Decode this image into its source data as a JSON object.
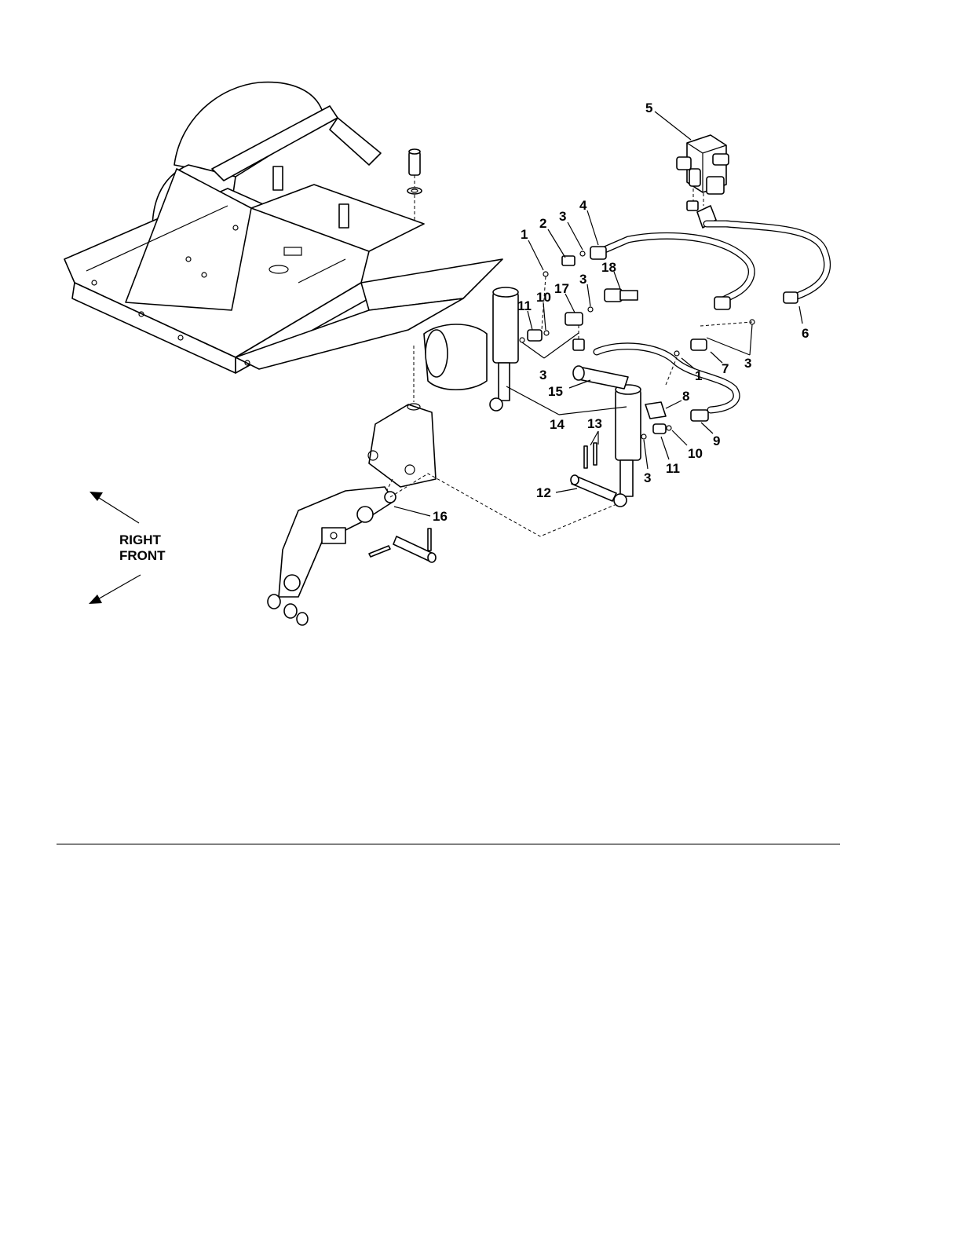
{
  "direction_labels": {
    "line1": "RIGHT",
    "line2": "FRONT"
  },
  "callouts": [
    {
      "id": "c1a",
      "text": "1"
    },
    {
      "id": "c2",
      "text": "2"
    },
    {
      "id": "c3a",
      "text": "3"
    },
    {
      "id": "c4",
      "text": "4"
    },
    {
      "id": "c5",
      "text": "5"
    },
    {
      "id": "c18",
      "text": "18"
    },
    {
      "id": "c17",
      "text": "17"
    },
    {
      "id": "c3b",
      "text": "3"
    },
    {
      "id": "c11a",
      "text": "11"
    },
    {
      "id": "c10a",
      "text": "10"
    },
    {
      "id": "c3c",
      "text": "3"
    },
    {
      "id": "c6",
      "text": "6"
    },
    {
      "id": "c7",
      "text": "7"
    },
    {
      "id": "c3d",
      "text": "3"
    },
    {
      "id": "c1b",
      "text": "1"
    },
    {
      "id": "c15",
      "text": "15"
    },
    {
      "id": "c8",
      "text": "8"
    },
    {
      "id": "c14",
      "text": "14"
    },
    {
      "id": "c13",
      "text": "13"
    },
    {
      "id": "c9",
      "text": "9"
    },
    {
      "id": "c10b",
      "text": "10"
    },
    {
      "id": "c11b",
      "text": "11"
    },
    {
      "id": "c3e",
      "text": "3"
    },
    {
      "id": "c12",
      "text": "12"
    },
    {
      "id": "c16",
      "text": "16"
    }
  ]
}
